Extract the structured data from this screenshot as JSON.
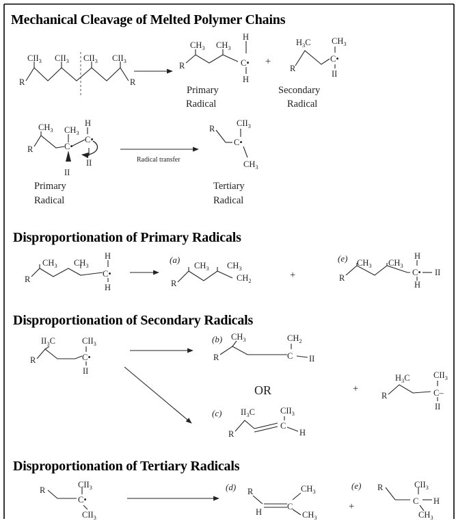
{
  "sections": {
    "cleavage": "Mechanical Cleavage of Melted Polymer Chains",
    "primary": "Disproportionation of Primary Radicals",
    "secondary": "Disproportionation of Secondary Radicals",
    "tertiary": "Disproportionation of Tertiary Radicals"
  },
  "labels": {
    "primary_radical_1": "Primary",
    "primary_radical_2": "Radical",
    "secondary_radical_1": "Secondary",
    "secondary_radical_2": "Radical",
    "tertiary_radical_1": "Tertiary",
    "tertiary_radical_2": "Radical",
    "radical_transfer": "Radical transfer",
    "or": "OR",
    "plus": "+"
  },
  "atoms": {
    "R": "R",
    "CH": "CH",
    "CH2": "CH",
    "H3C": "H",
    "C": "C",
    "H": "H",
    "II": "II",
    "CII": "CII",
    "sub3": "3",
    "sub2": "2",
    "radical_dot": "•",
    "dash": "–"
  },
  "product_tags": {
    "a": "(a)",
    "b": "(b)",
    "c": "(c)",
    "d": "(d)",
    "e": "(e)"
  },
  "colors": {
    "ink": "#222222",
    "heading": "#000000",
    "background": "#ffffff",
    "frame": "#000000"
  }
}
